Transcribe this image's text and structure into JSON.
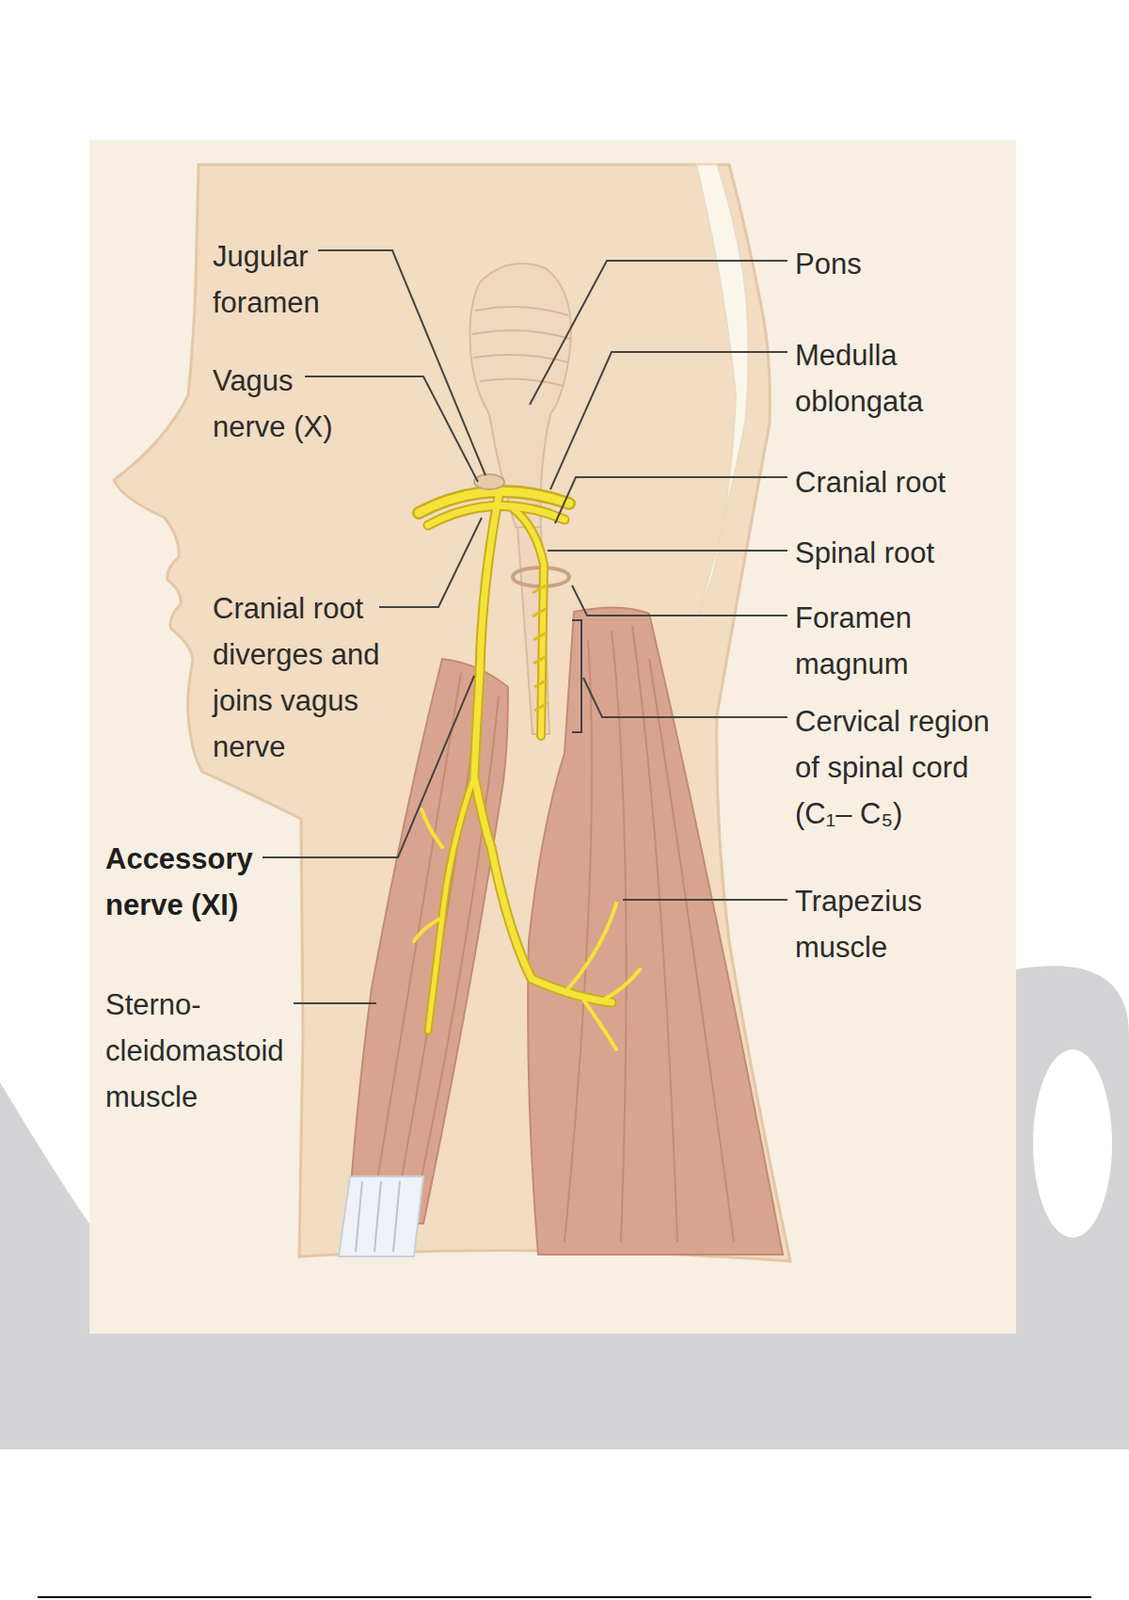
{
  "diagram": {
    "labels": [
      "Jugular foramen",
      "Vagus nerve (X)",
      "Cranial root diverges and joins vagus nerve",
      "Accessory nerve (XI)",
      "Sterno- cleidomastoid muscle",
      "Pons",
      "Medulla oblongata",
      "Cranial root",
      "Spinal root",
      "Foramen magnum",
      "Cervical region of spinal cord (C₁– C₅)",
      "Trapezius muscle"
    ]
  }
}
